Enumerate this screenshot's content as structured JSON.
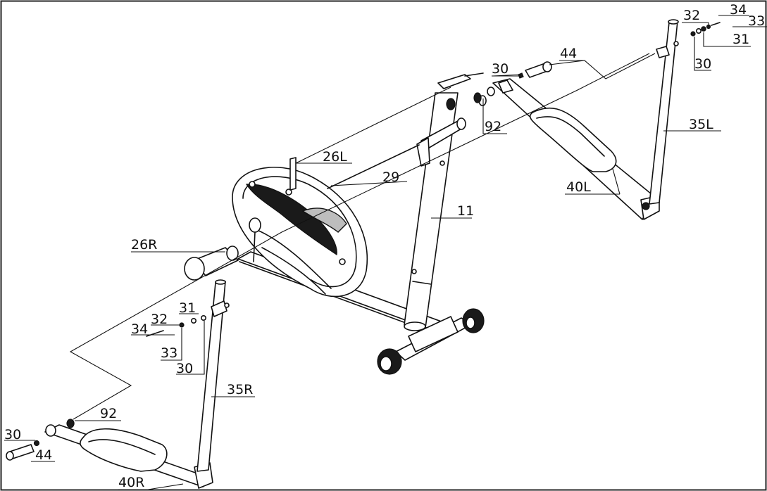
{
  "labels": {
    "p44_top": "44",
    "p30_top": "30",
    "p92_top": "92",
    "p26L": "26L",
    "p29": "29",
    "p11": "11",
    "p26R": "26R",
    "p35L": "35L",
    "p40L": "40L",
    "p32_tr": "32",
    "p34_tr": "34",
    "p33_tr": "33",
    "p31_tr": "31",
    "p30_tr": "30",
    "p31_l": "31",
    "p32_l": "32",
    "p34_l": "34",
    "p33_l": "33",
    "p30_l": "30",
    "p35R": "35R",
    "p92_bl": "92",
    "p30_bl": "30",
    "p44_bl": "44",
    "p40R": "40R"
  }
}
